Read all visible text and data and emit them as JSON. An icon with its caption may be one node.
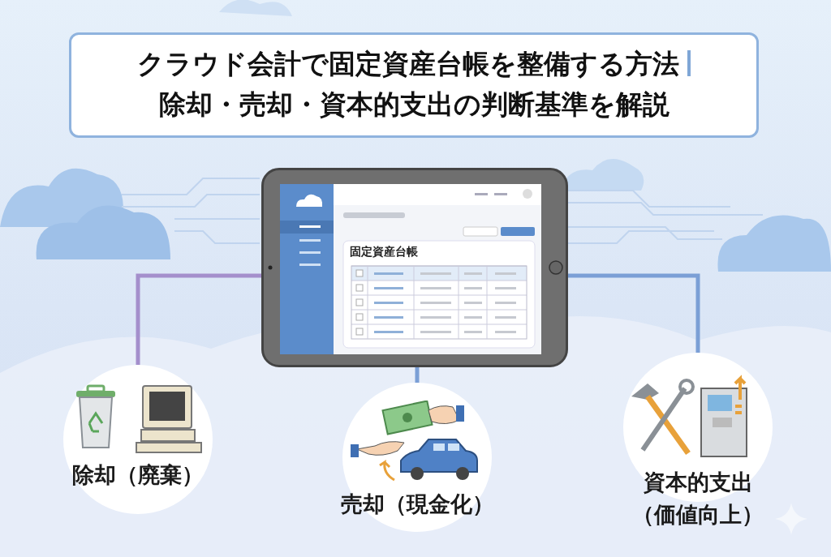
{
  "diagram": {
    "nodes": [
      {
        "text": [
          "クラウド会計で固定資産台帳を整備する方法",
          "除却・売却・資本的支出の判断基準を解説"
        ]
      },
      {
        "text": [
          "固定資産台帳"
        ]
      },
      {
        "text": [
          "除却（廃棄）"
        ]
      },
      {
        "text": [
          "売却（現金化）"
        ]
      },
      {
        "text": [
          "資本的支出（価値向上）"
        ]
      }
    ],
    "edges": [
      {
        "from": 1,
        "to": 2,
        "arrow": "none",
        "color": "#a48fcc"
      },
      {
        "from": 1,
        "to": 3,
        "arrow": "none"
      },
      {
        "from": 1,
        "to": 4,
        "arrow": "none"
      }
    ]
  }
}
